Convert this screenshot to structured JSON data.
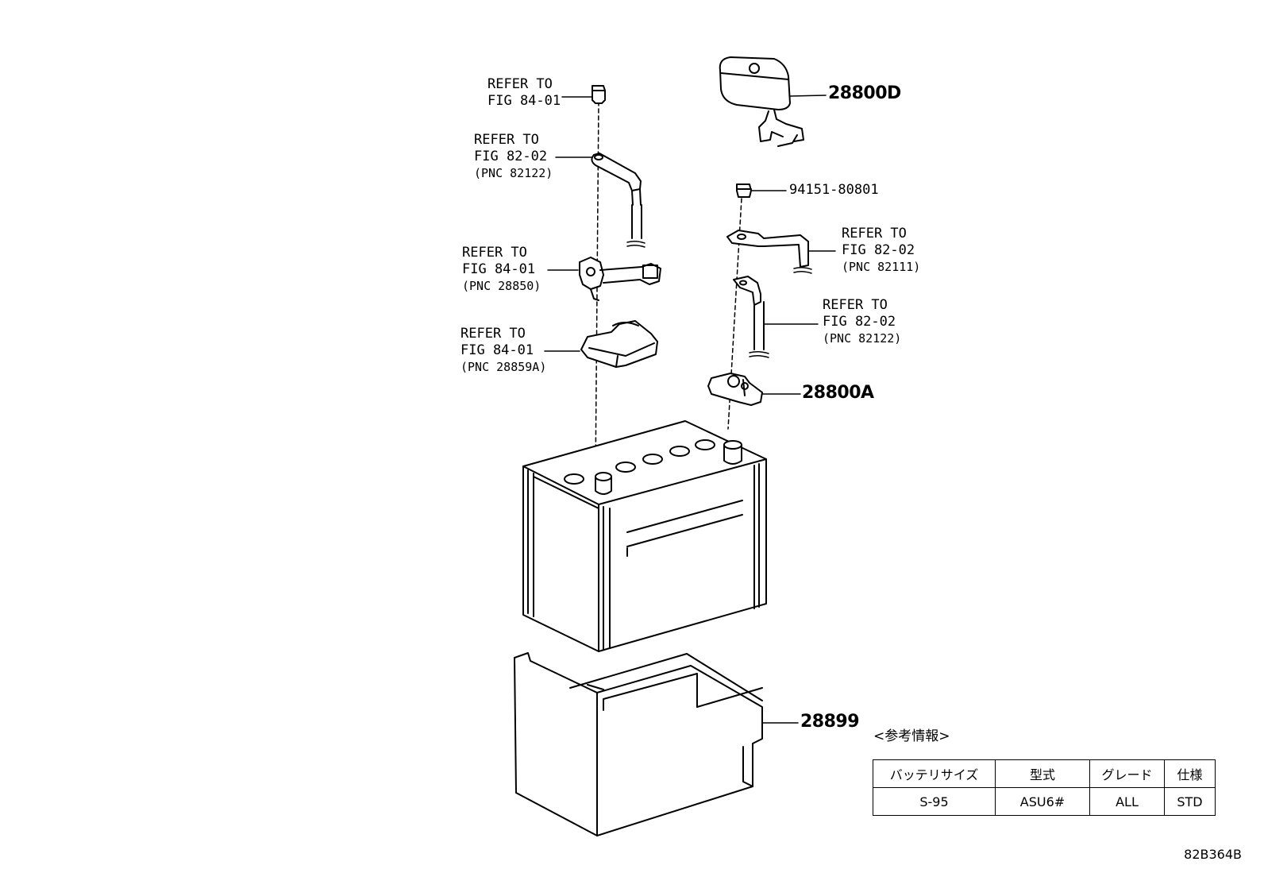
{
  "callouts": {
    "refer_top_1": "REFER TO",
    "refer_top_2": "FIG 84-01",
    "refer_link_1": "REFER TO",
    "refer_link_2": "FIG 82-02",
    "refer_link_3": "(PNC 82122)",
    "refer_term_1": "REFER TO",
    "refer_term_2": "FIG 84-01",
    "refer_term_3": "(PNC 28850)",
    "refer_cover_1": "REFER TO",
    "refer_cover_2": "FIG 84-01",
    "refer_cover_3": "(PNC 28859A)",
    "refer_cable1_1": "REFER TO",
    "refer_cable1_2": "FIG 82-02",
    "refer_cable1_3": "(PNC 82111)",
    "refer_cable2_1": "REFER TO",
    "refer_cable2_2": "FIG 82-02",
    "refer_cable2_3": "(PNC 82122)"
  },
  "part_numbers": {
    "cover": "28800D",
    "nut": "94151-80801",
    "clamp": "28800A",
    "tray": "28899"
  },
  "reference_info": {
    "title": "<参考情報>",
    "headers": [
      "バッテリサイズ",
      "型式",
      "グレード",
      "仕様"
    ],
    "row": [
      "S-95",
      "ASU6#",
      "ALL",
      "STD"
    ]
  },
  "figure_id": "82B364B"
}
